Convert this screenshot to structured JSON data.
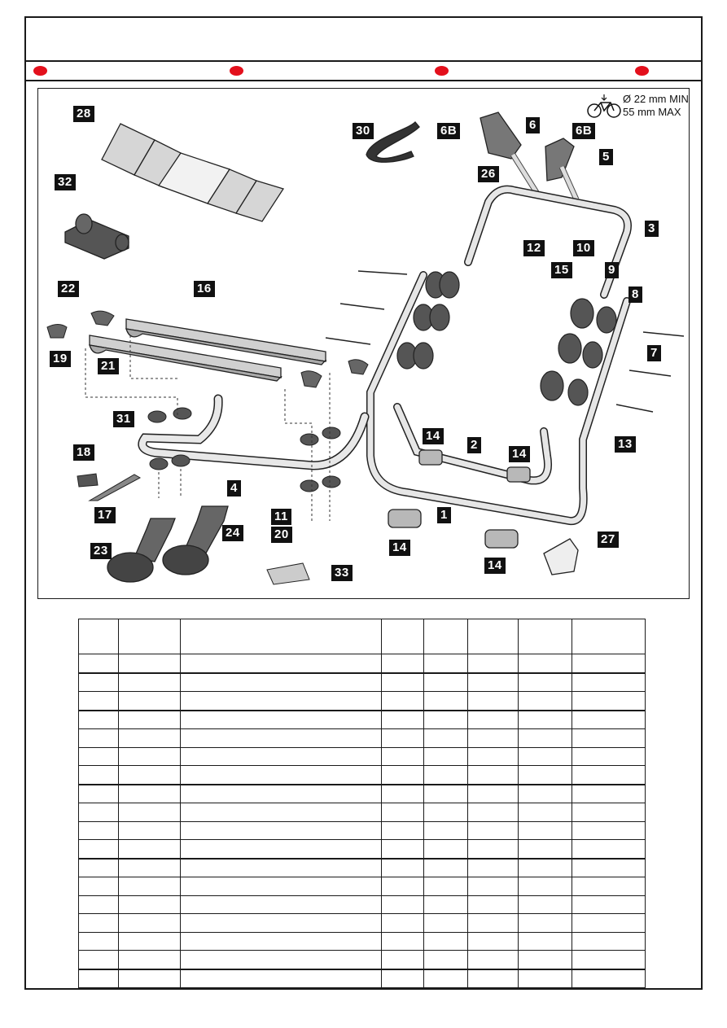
{
  "spec": {
    "min": "22 mm MIN",
    "max": "55 mm MAX",
    "symbol": "Ø"
  },
  "header_dots": 4,
  "callouts": {
    "c28": "28",
    "c32": "32",
    "c30": "30",
    "c6B_a": "6B",
    "c6": "6",
    "c6B_b": "6B",
    "c5": "5",
    "c26": "26",
    "c3": "3",
    "c12": "12",
    "c15": "15",
    "c10": "10",
    "c9": "9",
    "c8": "8",
    "c7": "7",
    "c22": "22",
    "c16": "16",
    "c19": "19",
    "c21": "21",
    "c31": "31",
    "c14_a": "14",
    "c2": "2",
    "c14_b": "14",
    "c13": "13",
    "c18": "18",
    "c4": "4",
    "c1": "1",
    "c17": "17",
    "c11": "11",
    "c20": "20",
    "c14_c": "14",
    "c27": "27",
    "c23": "23",
    "c24": "24",
    "c14_d": "14",
    "c33": "33"
  },
  "table": {
    "columns": [
      "",
      "",
      "",
      "",
      "",
      "",
      "",
      ""
    ],
    "row_count": 18
  },
  "colors": {
    "accent_red": "#e3101c",
    "line": "#1a1a1a",
    "fill_grey": "#d0d0d0"
  }
}
